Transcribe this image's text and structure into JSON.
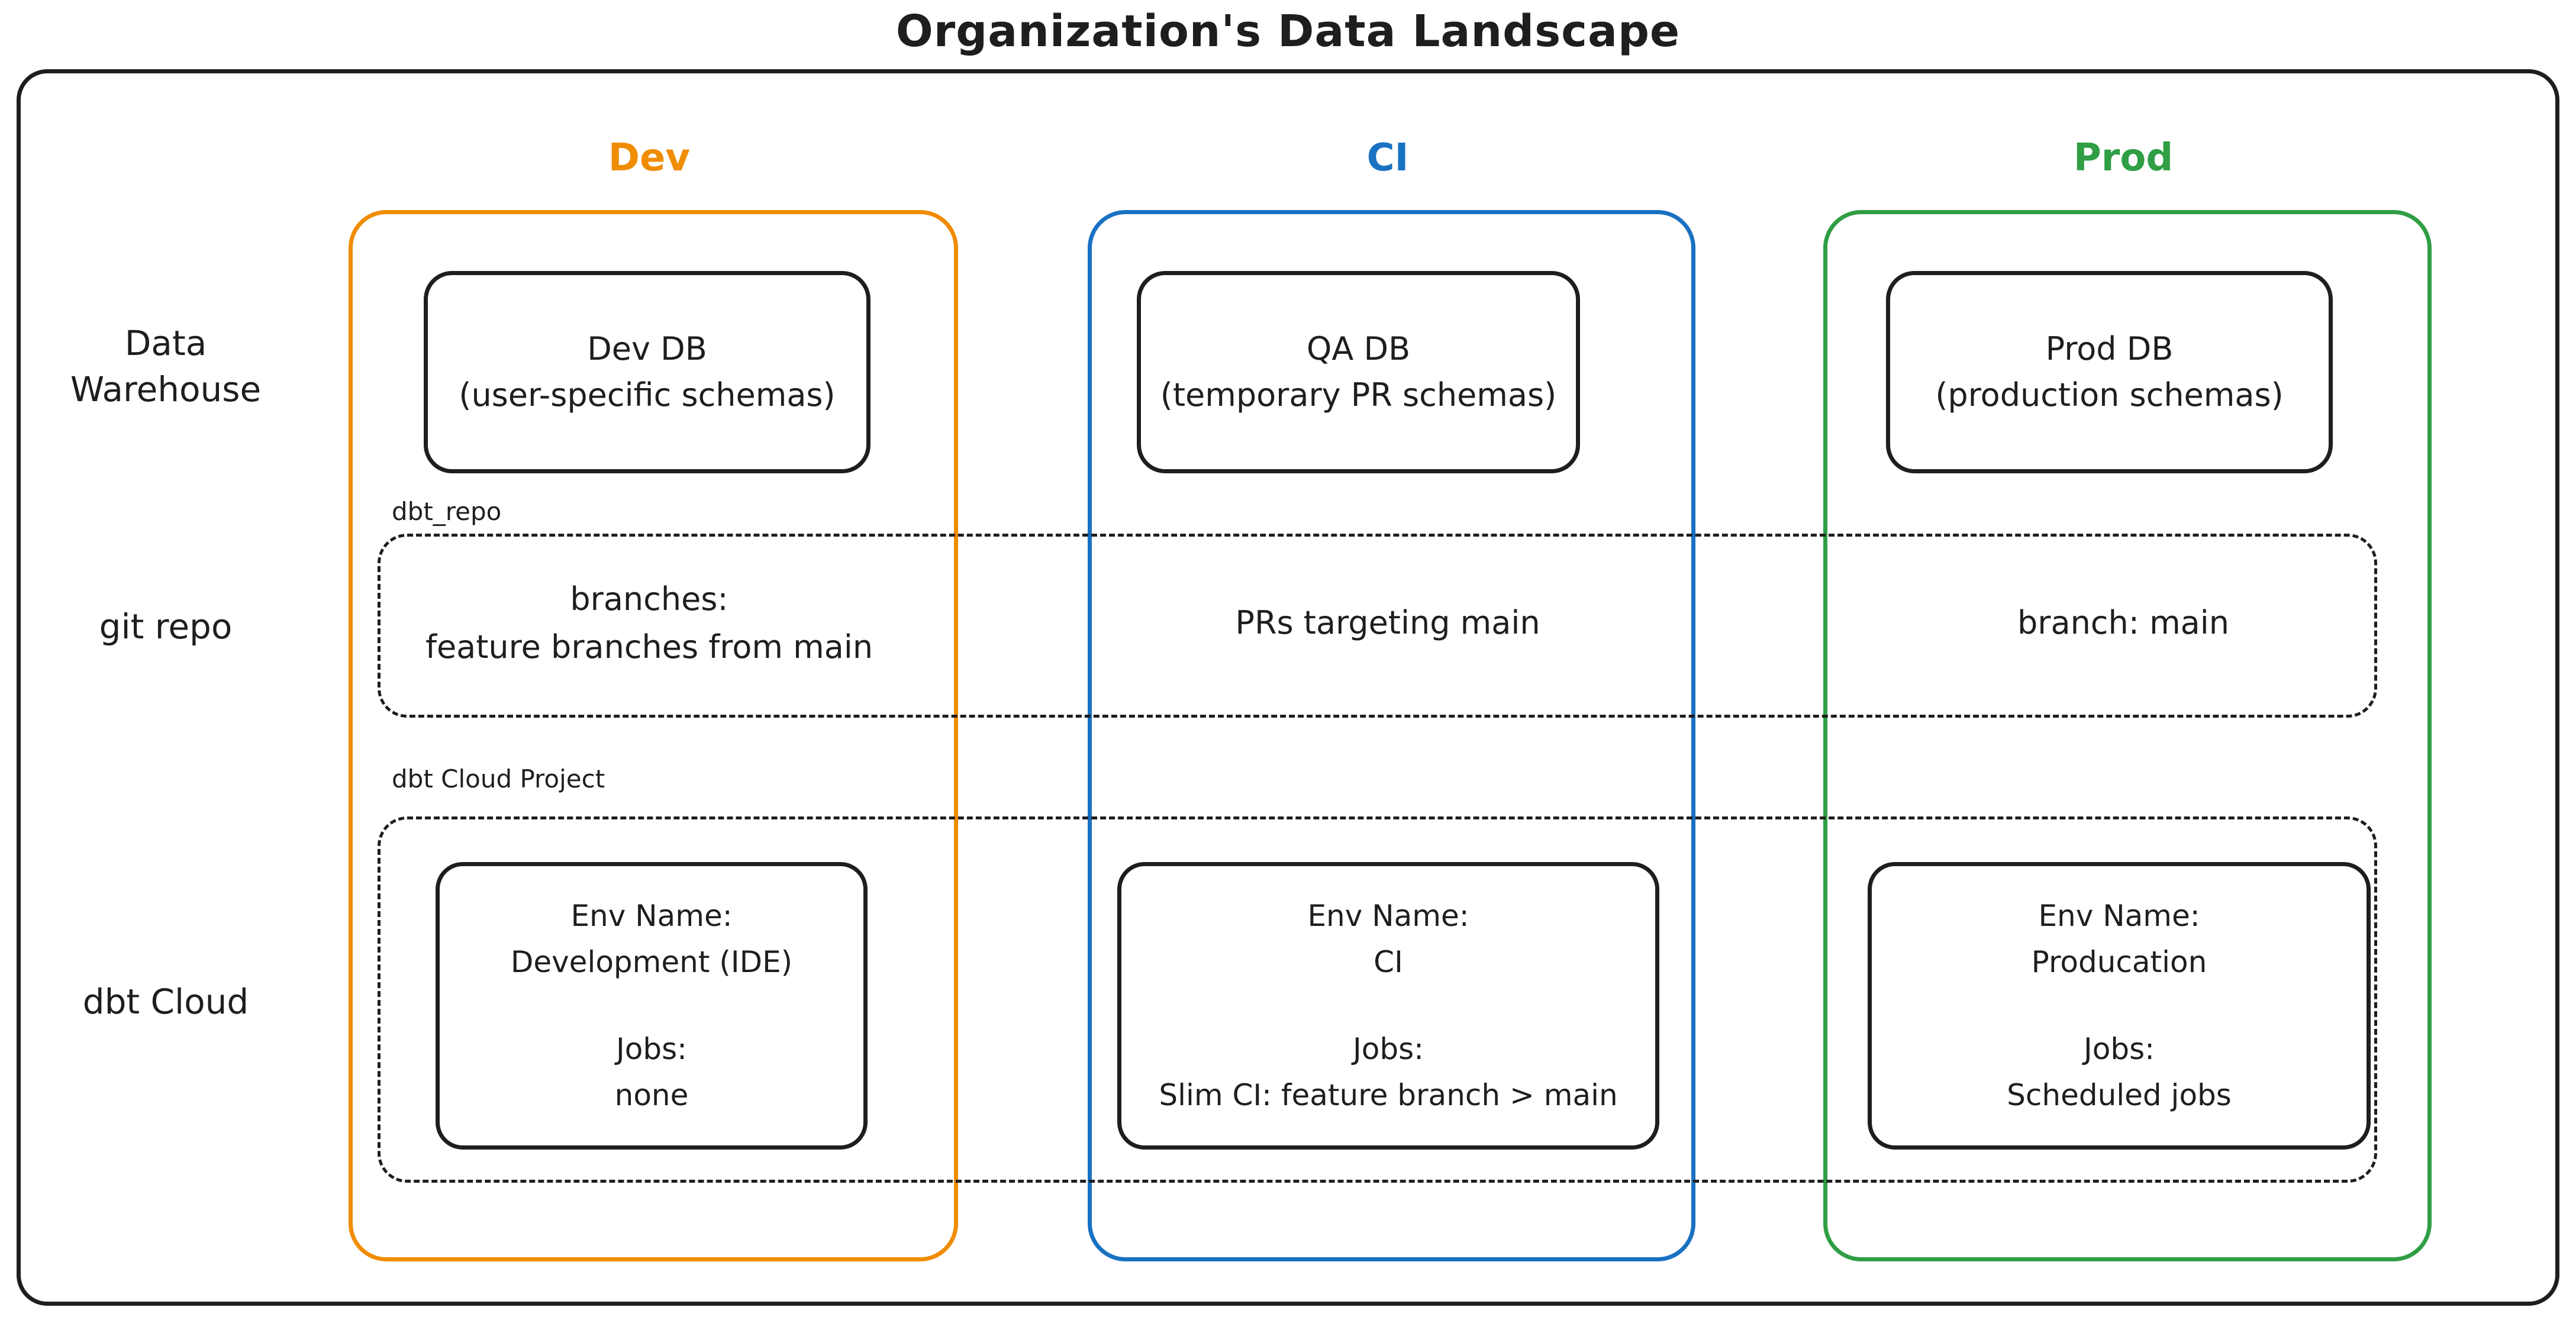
{
  "title": "Organization's Data Landscape",
  "row_labels": [
    "Data Warehouse",
    "git repo",
    "dbt Cloud"
  ],
  "group_labels": {
    "git_repo": "dbt_repo",
    "dbt_project": "dbt Cloud Project"
  },
  "colors": {
    "stroke": "#1e1e1e",
    "dev": "#f08c00",
    "ci": "#1971c2",
    "prod": "#2f9e44"
  },
  "columns": [
    {
      "label": "Dev",
      "color": "#f08c00",
      "db": {
        "name": "Dev DB",
        "detail": "(user-specific schemas)"
      },
      "git_lines": [
        "branches:",
        "feature branches from main"
      ],
      "dbt_env": {
        "env_label": "Env Name:",
        "env_name": "Development (IDE)",
        "jobs_label": "Jobs:",
        "jobs": "none"
      }
    },
    {
      "label": "CI",
      "color": "#1971c2",
      "db": {
        "name": "QA DB",
        "detail": "(temporary PR schemas)"
      },
      "git_lines": [
        "PRs targeting main"
      ],
      "dbt_env": {
        "env_label": "Env Name:",
        "env_name": "CI",
        "jobs_label": "Jobs:",
        "jobs": "Slim CI: feature branch > main"
      }
    },
    {
      "label": "Prod",
      "color": "#2f9e44",
      "db": {
        "name": "Prod DB",
        "detail": "(production schemas)"
      },
      "git_lines": [
        "branch: main"
      ],
      "dbt_env": {
        "env_label": "Env Name:",
        "env_name": "Producation",
        "jobs_label": "Jobs:",
        "jobs": "Scheduled jobs"
      }
    }
  ]
}
